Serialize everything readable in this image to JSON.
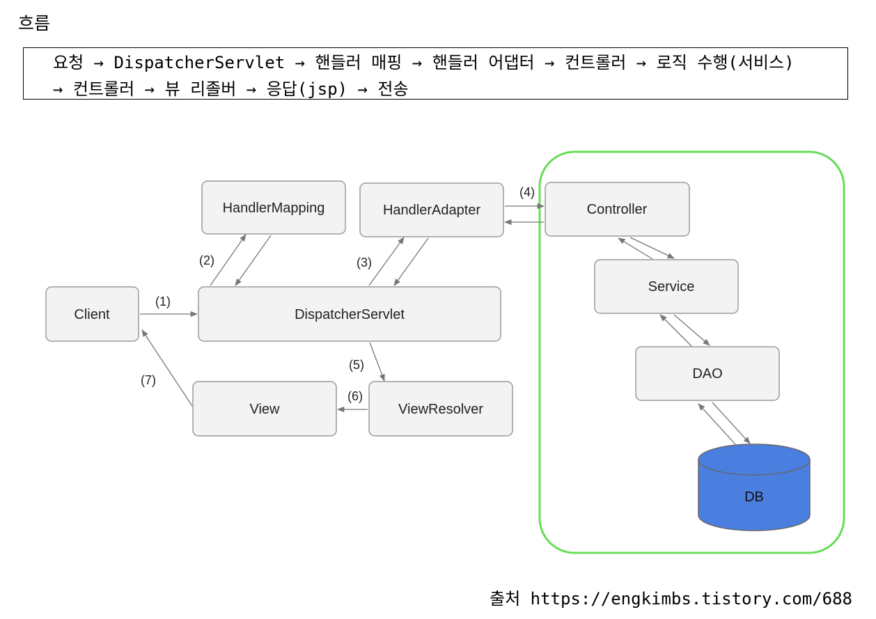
{
  "heading": "흐름",
  "flow": {
    "line1": "요청 → DispatcherServlet → 핸들러 매핑 → 핸들러 어댑터 → 컨트롤러 → 로직 수행(서비스)",
    "line2": "→ 컨트롤러 → 뷰 리졸버 → 응답(jsp) → 전송"
  },
  "diagram": {
    "nodes": {
      "client": "Client",
      "dispatcher": "DispatcherServlet",
      "handler_mapping": "HandlerMapping",
      "handler_adapter": "HandlerAdapter",
      "controller": "Controller",
      "service": "Service",
      "dao": "DAO",
      "db": "DB",
      "view": "View",
      "view_resolver": "ViewResolver"
    },
    "steps": {
      "s1": "(1)",
      "s2": "(2)",
      "s3": "(3)",
      "s4": "(4)",
      "s5": "(5)",
      "s6": "(6)",
      "s7": "(7)"
    },
    "colors": {
      "node_fill": "#f3f3f3",
      "node_stroke": "#9a9a9a",
      "group_stroke": "#66dd55",
      "db_fill": "#4a7fe0",
      "arrow": "#777777"
    }
  },
  "source": "출처 https://engkimbs.tistory.com/688"
}
